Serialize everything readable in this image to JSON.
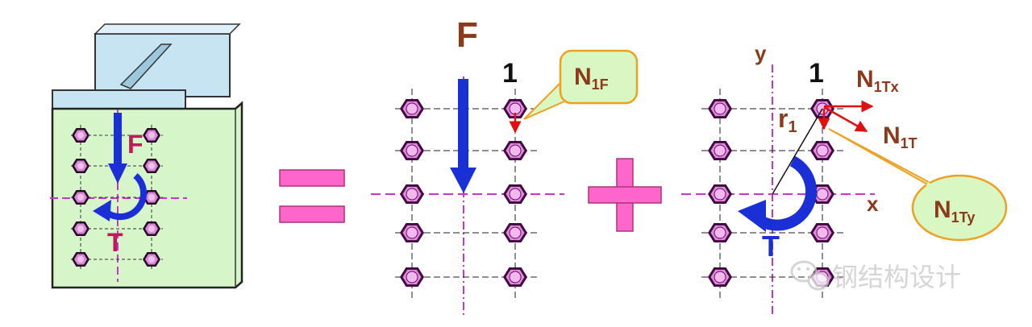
{
  "labels": {
    "force": "F",
    "torque": "T",
    "bolt_number": "1",
    "axis_x": "x",
    "axis_y": "y",
    "radius": "r",
    "radius_sub": "1"
  },
  "callouts": {
    "n1f": {
      "main": "N",
      "sub": "1F"
    },
    "n1ty": {
      "main": "N",
      "sub": "1Ty"
    }
  },
  "force_labels": {
    "n1tx": {
      "main": "N",
      "sub": "1Tx"
    },
    "n1t": {
      "main": "N",
      "sub": "1T"
    }
  },
  "operators": {
    "equals": "=",
    "plus": "+"
  },
  "watermark": "钢结构设计",
  "colors": {
    "plate_green": "#d6f5c9",
    "plate_blue": "#c7e4f2",
    "bolt_fill": "#e58be0",
    "force_blue": "#1a2fd6",
    "label_brown": "#8b3a1a",
    "label_pink": "#c2185b",
    "axis_magenta": "#cc33cc",
    "operator_pink": "#ff66cc",
    "callout_fill": "#d9f7c2",
    "callout_border": "#f0a020",
    "arrow_red": "#e01010"
  }
}
